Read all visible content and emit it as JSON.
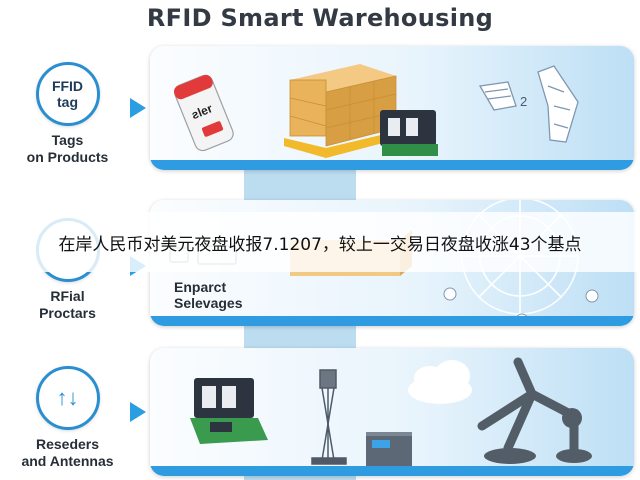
{
  "title": "RFID Smart Warehousing",
  "steps": [
    {
      "circle_line1": "FFID",
      "circle_line2": "tag",
      "label_line1": "Tags",
      "label_line2": "on Products"
    },
    {
      "circle_line1": "",
      "circle_line2": "",
      "label_line1": "RFial",
      "label_line2": "Proctars"
    },
    {
      "circle_line1": "↑↓",
      "circle_line2": "",
      "label_line1": "Reseders",
      "label_line2": "and Antennas"
    }
  ],
  "panel2": {
    "label_line1": "Enparct",
    "label_line2": "Selevages"
  },
  "tag_label_text": "ƨler",
  "diagram_number": "2",
  "banner": "在岸人民币对美元夜盘收报7.1207，较上一交易日夜盘收涨43个基点",
  "colors": {
    "accent": "#2a8fd0",
    "panel_bar": "#2f9be0",
    "pallet": "#e8b35a",
    "spine": "#bcdcf0"
  }
}
